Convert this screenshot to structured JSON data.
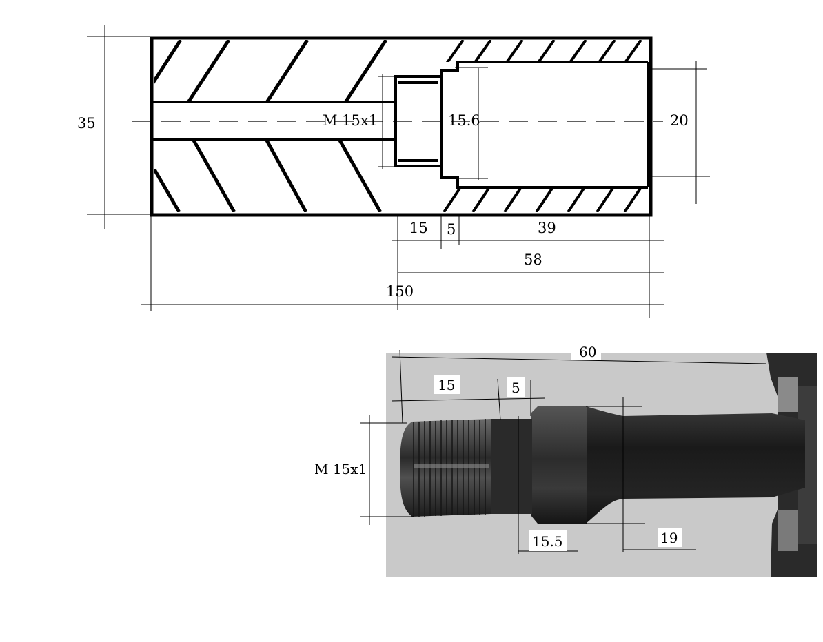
{
  "drawing": {
    "labels": {
      "height": "35",
      "thread": "M 15x1",
      "bore_dia": "15.6",
      "outer_bore_dia": "20",
      "thread_len": "15",
      "step_len": "5",
      "bore_len": "39",
      "total_bore_len": "58",
      "overall_len": "150"
    }
  },
  "photo": {
    "labels": {
      "overall_len": "60",
      "thread_len": "15",
      "step_len": "5",
      "thread": "M 15x1",
      "collar_dia": "15.5",
      "shaft_dia": "19"
    }
  },
  "colors": {
    "ink": "#000000",
    "photo_bg": "#c9c9c9",
    "part_dark": "#1c1c1c"
  }
}
